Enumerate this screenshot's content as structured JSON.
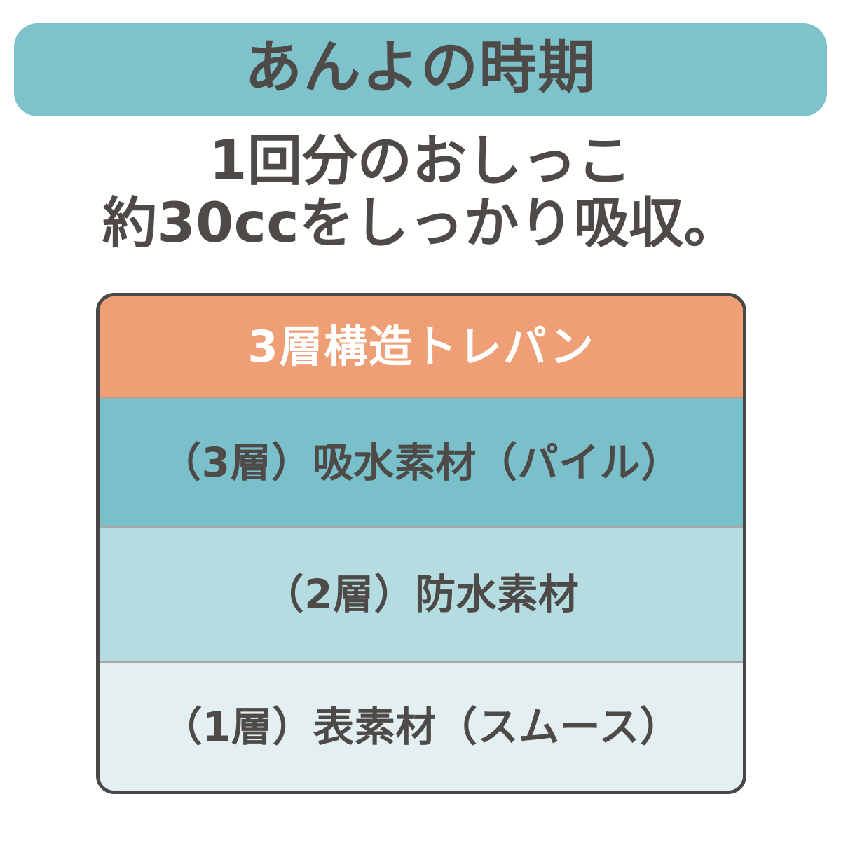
{
  "banner": {
    "title": "あんよの時期",
    "background_color": "#7ec2cc",
    "text_color": "#4d4a48"
  },
  "subtitle": {
    "line1": "1回分のおしっこ",
    "line2": "約30ccをしっかり吸収。",
    "text_color": "#4d4a48"
  },
  "card": {
    "header": {
      "label": "3層構造トレパン",
      "background_color": "#ef9f76",
      "text_color": "#ffffff"
    },
    "border_color": "#4a4746",
    "divider_color": "#a8a7a5",
    "layers": [
      {
        "label": "（3層）吸水素材（パイル）",
        "background_color": "#7ac0cb",
        "text_color": "#4d4a48"
      },
      {
        "label": "（2層）防水素材",
        "background_color": "#b5dce1",
        "text_color": "#4d4a48"
      },
      {
        "label": "（1層）表素材（スムース）",
        "background_color": "#e4eff1",
        "text_color": "#4d4a48"
      }
    ]
  }
}
